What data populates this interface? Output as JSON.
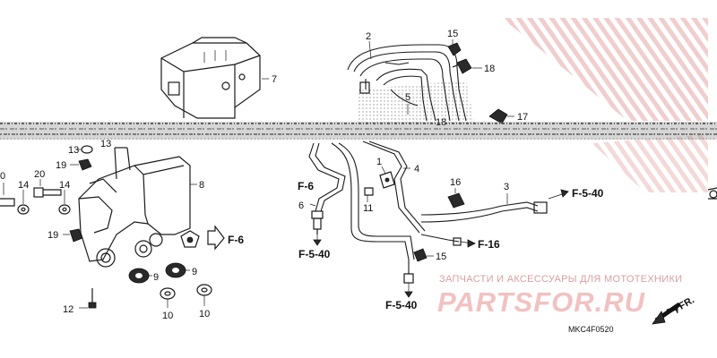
{
  "callouts": {
    "c1": "1",
    "c2": "2",
    "c3": "3",
    "c4": "4",
    "c5": "5",
    "c6": "6",
    "c7": "7",
    "c8": "8",
    "c9a": "9",
    "c9b": "9",
    "c10a": "10",
    "c10b": "10",
    "c11": "11",
    "c12": "12",
    "c13a": "13",
    "c13b": "13",
    "c14a": "14",
    "c14b": "14",
    "c15a": "15",
    "c15b": "15",
    "c16": "16",
    "c17": "17",
    "c18a": "18",
    "c18b": "18",
    "c19a": "19",
    "c19b": "19",
    "c20": "20",
    "c0": "0"
  },
  "refs": {
    "f6_left": "F-6",
    "f6_bracket": "F-6",
    "f540_left": "F-5-40",
    "f540_bottom": "F-5-40",
    "f540_right": "F-5-40",
    "f16": "F-16",
    "fr": "FR."
  },
  "diagram_code": "MKC4F0520",
  "watermark": {
    "text": "ЗАПЧАСТИ И АКСЕССУАРЫ ДЛЯ МОТОТЕХНИКИ",
    "logo": "PARTSFOR.RU"
  },
  "colors": {
    "line": "#1a1a1a",
    "watermark_text": "#d9a0a0",
    "watermark_logo": "#f1c2c2"
  }
}
